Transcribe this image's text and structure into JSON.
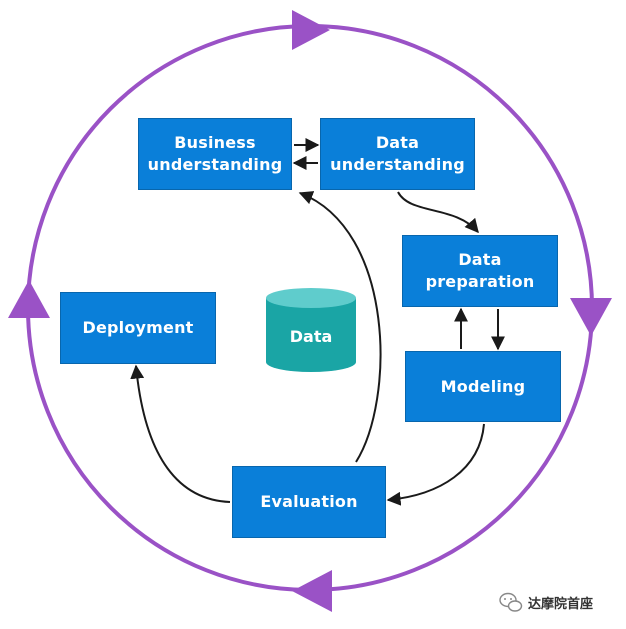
{
  "phases": {
    "business_understanding": "Business\nunderstanding",
    "data_understanding": "Data\nunderstanding",
    "data_preparation": "Data\npreparation",
    "modeling": "Modeling",
    "evaluation": "Evaluation",
    "deployment": "Deployment"
  },
  "center": {
    "data_label": "Data"
  },
  "colors": {
    "box_fill": "#0a7fd9",
    "cycle_ring": "#9a52c6",
    "database": "#1aa5a5",
    "arrow": "#1a1a1a"
  },
  "watermark": {
    "text": "达摩院首座",
    "icon": "wechat-icon"
  }
}
